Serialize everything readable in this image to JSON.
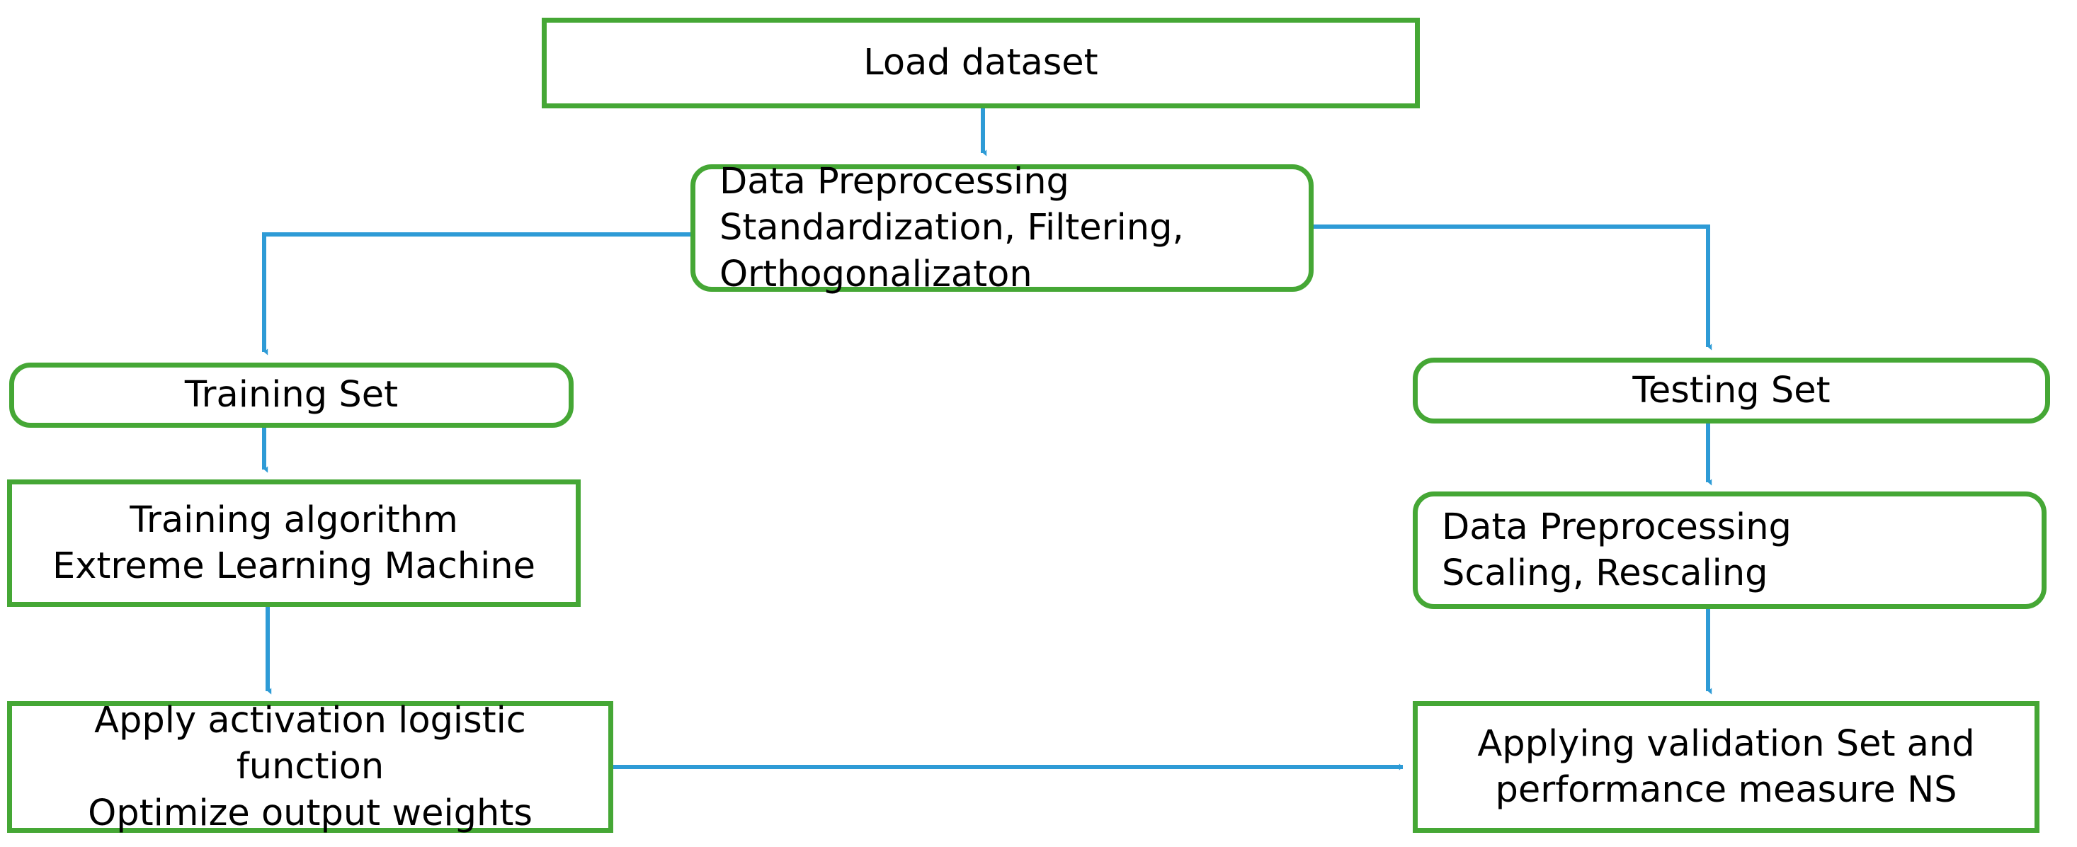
{
  "diagram": {
    "title": "Extreme Learning Machine training and testing workflow",
    "type": "flowchart",
    "colors": {
      "node_border": "#45A735",
      "node_fill": "#FFFFFF",
      "edge": "#2E9BD6",
      "text": "#000000"
    },
    "nodes": [
      {
        "id": "load-dataset",
        "shape": "rectangle",
        "align": "center",
        "lines": [
          "Load dataset"
        ]
      },
      {
        "id": "data-preprocess-1",
        "shape": "rounded-rectangle",
        "align": "left",
        "lines": [
          "Data Preprocessing",
          "Standardization, Filtering,",
          "Orthogonalizaton"
        ]
      },
      {
        "id": "training-set",
        "shape": "rounded-rectangle",
        "align": "center",
        "lines": [
          "Training Set"
        ]
      },
      {
        "id": "training-algo",
        "shape": "rectangle",
        "align": "center",
        "lines": [
          "Training algorithm",
          "Extreme Learning Machine"
        ]
      },
      {
        "id": "apply-activation",
        "shape": "rectangle",
        "align": "center",
        "lines": [
          "Apply activation logistic",
          "function",
          "Optimize output weights"
        ]
      },
      {
        "id": "testing-set",
        "shape": "rounded-rectangle",
        "align": "center",
        "lines": [
          "Testing Set"
        ]
      },
      {
        "id": "data-preprocess-2",
        "shape": "rounded-rectangle",
        "align": "left",
        "lines": [
          "Data Preprocessing",
          "Scaling, Rescaling"
        ]
      },
      {
        "id": "validation",
        "shape": "rectangle",
        "align": "center",
        "lines": [
          "Applying validation Set and",
          "performance measure NS"
        ]
      }
    ],
    "edges": [
      {
        "id": "edge-load-to-preprocess",
        "from": "load-dataset",
        "to": "data-preprocess-1",
        "label": ""
      },
      {
        "id": "edge-preprocess-to-training",
        "from": "data-preprocess-1",
        "to": "training-set",
        "label": ""
      },
      {
        "id": "edge-preprocess-to-testing",
        "from": "data-preprocess-1",
        "to": "testing-set",
        "label": ""
      },
      {
        "id": "edge-training-to-algo",
        "from": "training-set",
        "to": "training-algo",
        "label": ""
      },
      {
        "id": "edge-algo-to-activation",
        "from": "training-algo",
        "to": "apply-activation",
        "label": ""
      },
      {
        "id": "edge-testing-to-preprocess2",
        "from": "testing-set",
        "to": "data-preprocess-2",
        "label": ""
      },
      {
        "id": "edge-preprocess2-to-validation",
        "from": "data-preprocess-2",
        "to": "validation",
        "label": ""
      },
      {
        "id": "edge-activation-to-validation",
        "from": "apply-activation",
        "to": "validation",
        "label": ""
      }
    ]
  },
  "labels": {
    "load_dataset_l1": "Load dataset",
    "preprocess1_l1": "Data Preprocessing",
    "preprocess1_l2": "Standardization, Filtering,",
    "preprocess1_l3": "Orthogonalizaton",
    "training_set_l1": "Training Set",
    "training_algo_l1": "Training algorithm",
    "training_algo_l2": "Extreme Learning Machine",
    "apply_activation_l1": "Apply activation logistic",
    "apply_activation_l2": "function",
    "apply_activation_l3": "Optimize output weights",
    "testing_set_l1": "Testing Set",
    "preprocess2_l1": "Data Preprocessing",
    "preprocess2_l2": "Scaling, Rescaling",
    "validation_l1": "Applying validation Set and",
    "validation_l2": "performance measure NS"
  }
}
